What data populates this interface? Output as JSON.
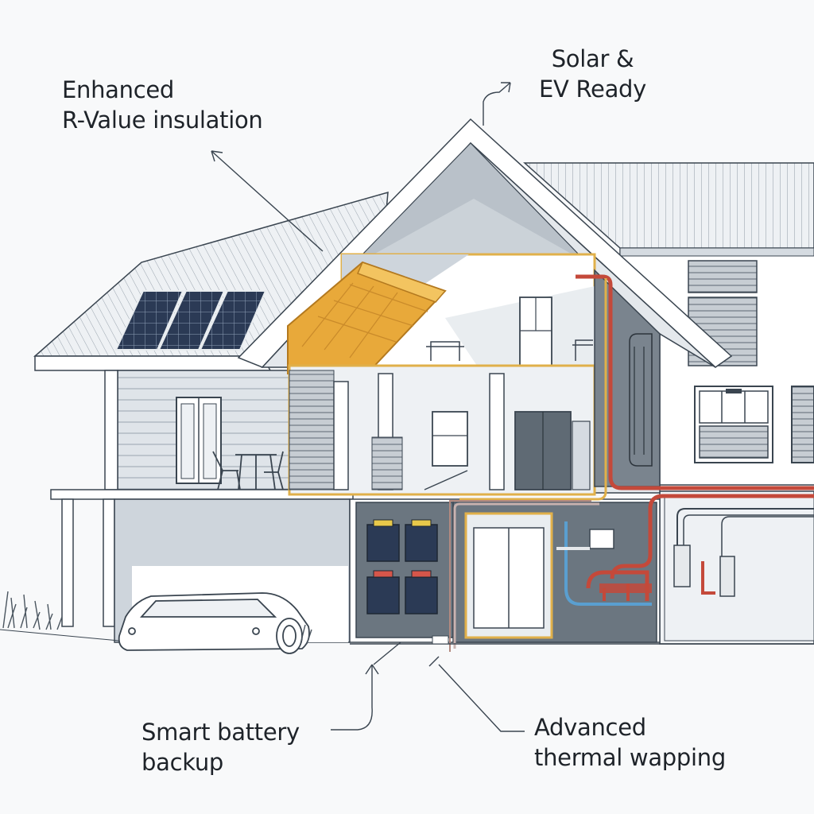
{
  "callouts": {
    "insulation": {
      "line1": "Enhanced",
      "line2": "R-Value insulation"
    },
    "solar": {
      "line1": "Solar &",
      "line2": "EV Ready"
    },
    "battery": {
      "line1": "Smart battery",
      "line2": "backup"
    },
    "thermal": {
      "line1": "Advanced",
      "line2": "thermal wapping"
    }
  },
  "colors": {
    "background": "#f8f9fa",
    "outline": "#3a4550",
    "wall": "#dde2e7",
    "roof_shade": "#b9c1c9",
    "insulation": "#e8a93a",
    "insulation_frame": "#e0b04a",
    "hot_pipe": "#c4493a",
    "cold_pipe": "#5a9fd0",
    "utility_dark": "#6b7680",
    "solar_panel": "#2b3a55"
  },
  "icons": {
    "solar_panels": "solar-panel-icon",
    "battery": "battery-icon",
    "car": "ev-car-icon"
  }
}
